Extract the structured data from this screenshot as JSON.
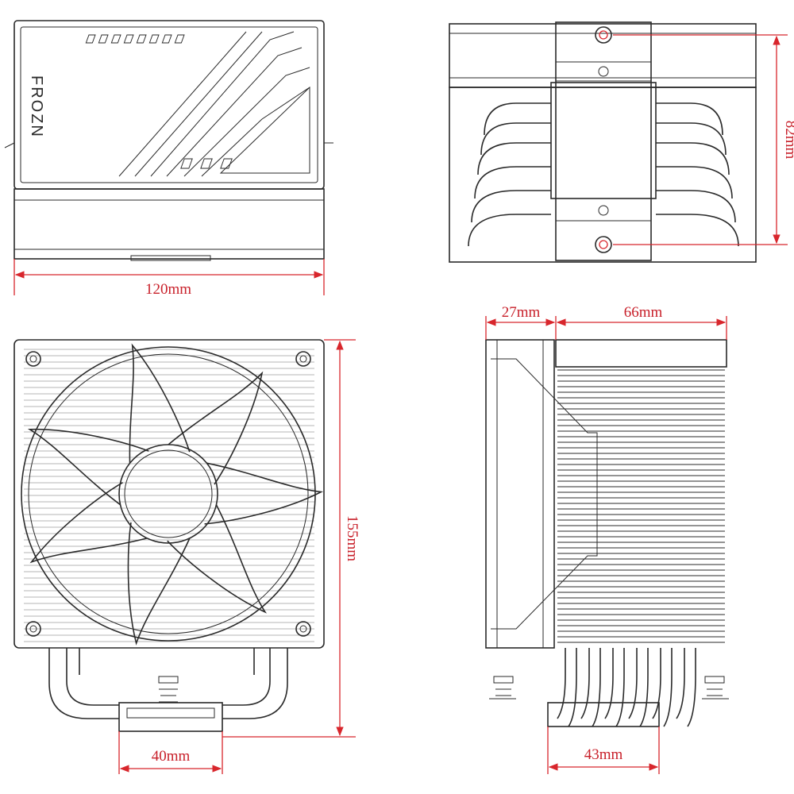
{
  "brand": {
    "logo_text": "FROZN"
  },
  "dimensions": {
    "top_width": "120mm",
    "mount_pitch": "82mm",
    "fan_depth": "27mm",
    "heatsink_depth": "66mm",
    "height": "155mm",
    "base_width_front": "40mm",
    "base_width_side": "43mm"
  },
  "colors": {
    "line": "#2a2a2a",
    "dimension": "#d8262c",
    "background": "#ffffff"
  }
}
